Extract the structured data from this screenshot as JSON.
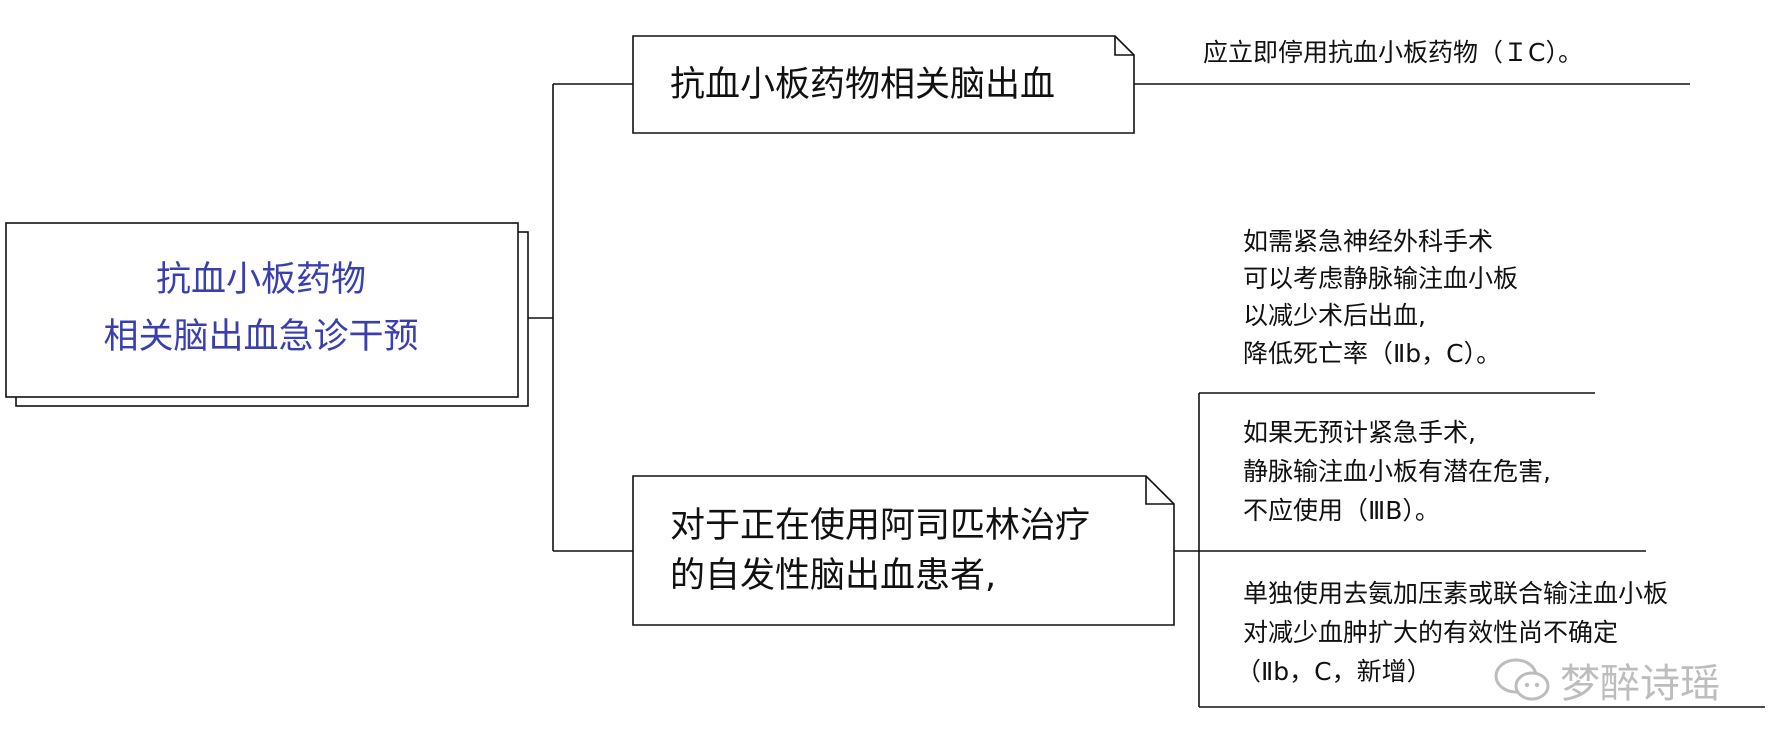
{
  "root": {
    "line1": "抗血小板药物",
    "line2": "相关脑出血急诊干预"
  },
  "node1": {
    "label": "抗血小板药物相关脑出血",
    "leaf": "应立即停用抗血小板药物（ＩC）。"
  },
  "node2": {
    "line1": "对于正在使用阿司匹林治疗",
    "line2": "的自发性脑出血患者,"
  },
  "leaf_a": [
    "如需紧急神经外科手术",
    "可以考虑静脉输注血小板",
    "以减少术后出血,",
    "降低死亡率（Ⅱb，C）。"
  ],
  "leaf_b": [
    "如果无预计紧急手术,",
    "静脉输注血小板有潜在危害,",
    "不应使用（ⅢB）。"
  ],
  "leaf_c": [
    "单独使用去氨加压素或联合输注血小板",
    "对减少血肿扩大的有效性尚不确定",
    "（Ⅱb，C，新增）"
  ],
  "watermark": {
    "text": "梦醉诗瑶",
    "icon": "wechat-icon"
  },
  "colors": {
    "root_text": "#3a3fb0",
    "lines": "#111111",
    "watermark": "#bdbdbd"
  }
}
